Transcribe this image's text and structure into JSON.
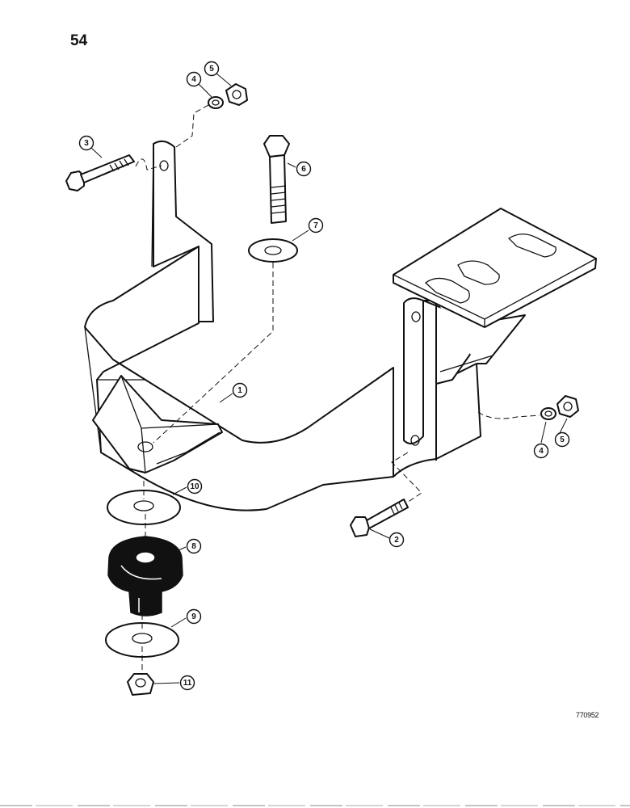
{
  "page": {
    "number": "54",
    "reference_code": "770952"
  },
  "callouts": [
    {
      "id": "callout-1",
      "label": "1"
    },
    {
      "id": "callout-2",
      "label": "2"
    },
    {
      "id": "callout-3",
      "label": "3"
    },
    {
      "id": "callout-4-top",
      "label": "4"
    },
    {
      "id": "callout-4-right",
      "label": "4"
    },
    {
      "id": "callout-5-top",
      "label": "5"
    },
    {
      "id": "callout-5-right",
      "label": "5"
    },
    {
      "id": "callout-6",
      "label": "6"
    },
    {
      "id": "callout-7",
      "label": "7"
    },
    {
      "id": "callout-8",
      "label": "8"
    },
    {
      "id": "callout-9",
      "label": "9"
    },
    {
      "id": "callout-10",
      "label": "10"
    },
    {
      "id": "callout-11",
      "label": "11"
    }
  ]
}
